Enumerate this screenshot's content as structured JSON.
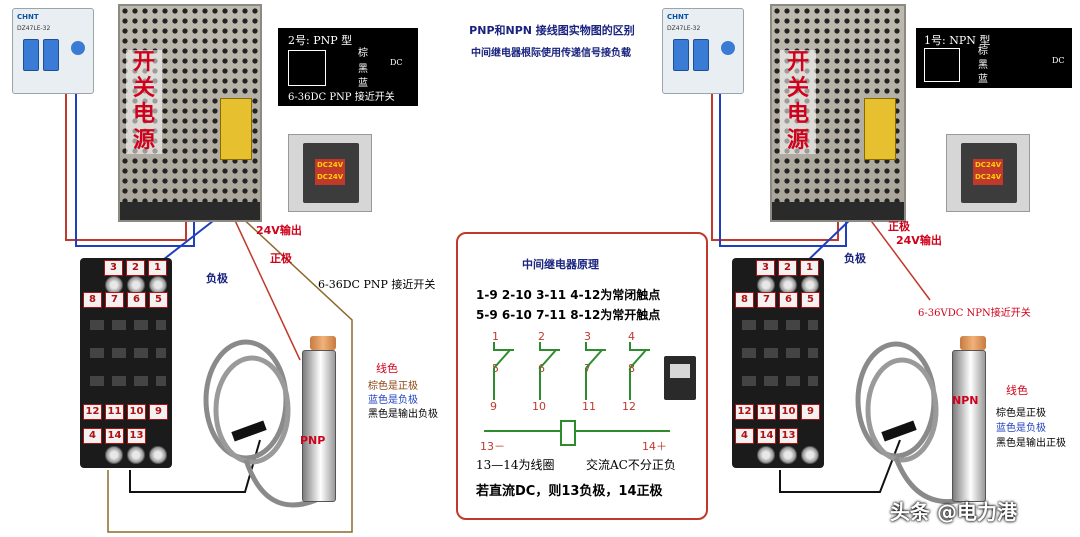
{
  "header": {
    "title": "PNP和NPN 接线图实物图的区别",
    "subtitle": "中间继电器根际使用传递信号接负载"
  },
  "left": {
    "breaker": {
      "brand": "CHNT",
      "label": "DZ47LE-32"
    },
    "psu_label": [
      "开",
      "关",
      "电",
      "源"
    ],
    "sensor_box": {
      "title": "2号: PNP 型",
      "wires": [
        "棕",
        "黑",
        "蓝"
      ],
      "dc": "DC",
      "caption": "6-36DC PNP 接近开关"
    },
    "relay": {
      "line1": "DC24V",
      "line2": "DC24V"
    },
    "output_label": "24V输出",
    "positive_label": "正极",
    "negative_label": "负极",
    "switch_label": "6-36DC PNP 接近开关",
    "sensor_tag": "PNP",
    "colors_title": "线色",
    "colors": [
      "棕色是正极",
      "蓝色是负极",
      "黑色是输出负极"
    ],
    "pins_top": [
      "3",
      "2",
      "1"
    ],
    "pins_row2": [
      "8",
      "7",
      "6",
      "5"
    ],
    "pins_row3": [
      "12",
      "11",
      "10",
      "9"
    ],
    "pins_bottom": [
      "4",
      "14",
      "13"
    ]
  },
  "right": {
    "breaker": {
      "brand": "CHNT",
      "label": "DZ47LE-32"
    },
    "psu_label": [
      "开",
      "关",
      "电",
      "源"
    ],
    "sensor_box": {
      "title": "1号: NPN 型",
      "wires": [
        "棕",
        "黑",
        "蓝"
      ],
      "dc": "DC",
      "caption": ""
    },
    "relay": {
      "line1": "DC24V",
      "line2": "DC24V"
    },
    "output_label": "24V输出",
    "positive_label": "正极",
    "negative_label": "负极",
    "switch_label": "6-36VDC NPN接近开关",
    "sensor_tag": "NPN",
    "colors_title": "线色",
    "colors": [
      "棕色是正极",
      "蓝色是负极",
      "黑色是输出正极"
    ],
    "pins_top": [
      "3",
      "2",
      "1"
    ],
    "pins_row2": [
      "8",
      "7",
      "6",
      "5"
    ],
    "pins_row3": [
      "12",
      "11",
      "10",
      "9"
    ],
    "pins_bottom": [
      "4",
      "14",
      "13"
    ]
  },
  "principle": {
    "title": "中间继电器原理",
    "line1": "1-9 2-10 3-11 4-12为常闭触点",
    "line2": "5-9 6-10 7-11 8-12为常开触点",
    "top_nums": [
      "1",
      "2",
      "3",
      "4"
    ],
    "mid_nums": [
      "5",
      "6",
      "7",
      "8"
    ],
    "bot_nums": [
      "9",
      "10",
      "11",
      "12"
    ],
    "coil_left": "13－",
    "coil_right": "14＋",
    "coil_desc": "13—14为线圈",
    "ac_desc": "交流AC不分正负",
    "dc_desc": "若直流DC，则13负极，14正极"
  },
  "watermark": "头条 @电力港",
  "colors": {
    "red": "#d0021b",
    "navy": "#1a237e",
    "wire_red": "#c0392b",
    "wire_blue": "#1f3fbf",
    "wire_black": "#111111",
    "wire_brown": "#8b6a2b"
  }
}
